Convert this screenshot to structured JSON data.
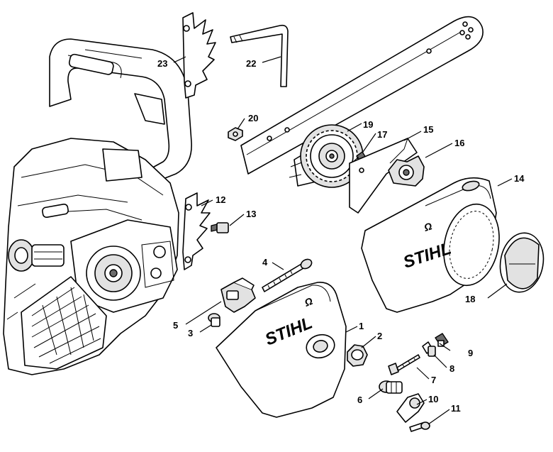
{
  "brand": {
    "name": "STIHL"
  },
  "labels": {
    "p1": "1",
    "p2": "2",
    "p3": "3",
    "p4": "4",
    "p5": "5",
    "p6": "6",
    "p7": "7",
    "p8": "8",
    "p9": "9",
    "p10": "10",
    "p11": "11",
    "p12": "12",
    "p13": "13",
    "p14": "14",
    "p15": "15",
    "p16": "16",
    "p17": "17",
    "p18": "18",
    "p19": "19",
    "p20": "20",
    "p22": "22",
    "p23": "23"
  }
}
